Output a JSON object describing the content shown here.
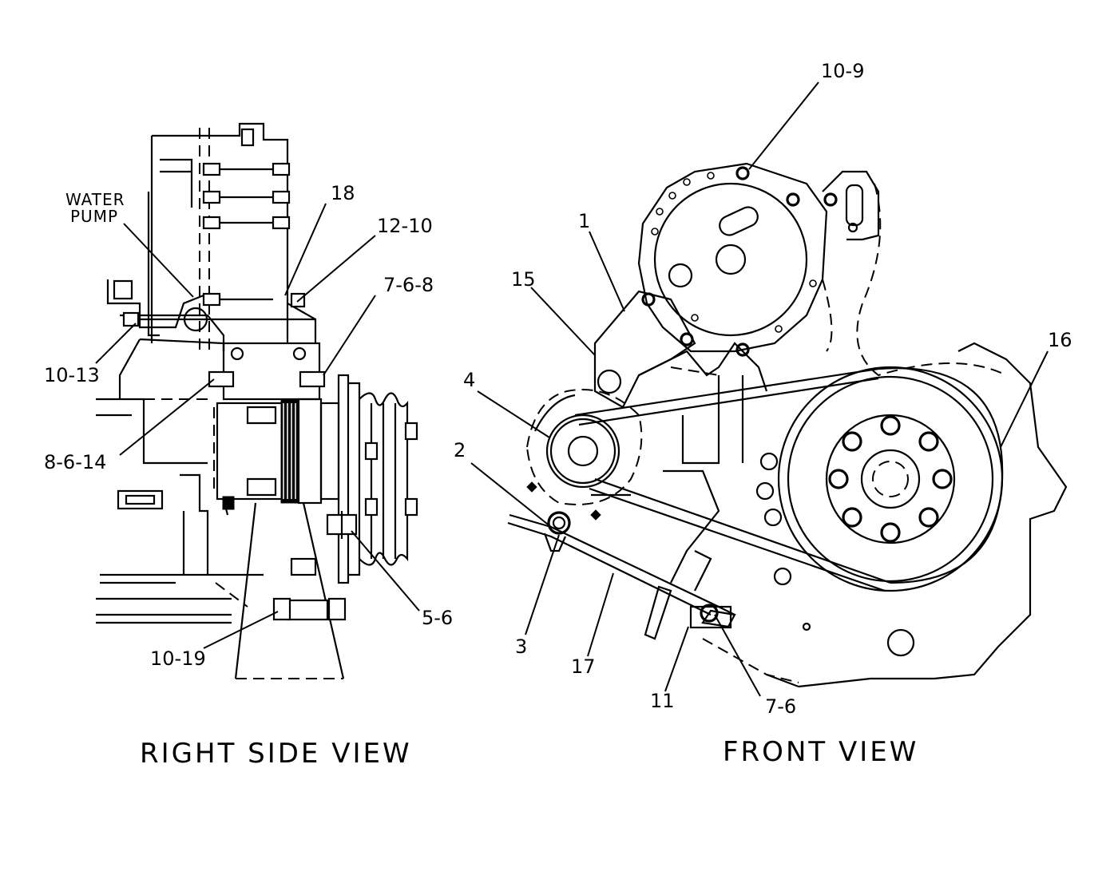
{
  "views": {
    "right_side": {
      "caption": "RIGHT SIDE VIEW",
      "water_pump_label": [
        "WATER",
        "PUMP"
      ],
      "callouts": [
        "18",
        "12-10",
        "7-6-8",
        "10-13",
        "8-6-14",
        "5-6",
        "10-19"
      ]
    },
    "front": {
      "caption": "FRONT VIEW",
      "callouts": [
        "10-9",
        "1",
        "15",
        "4",
        "2",
        "3",
        "17",
        "11",
        "7-6",
        "16"
      ]
    }
  }
}
